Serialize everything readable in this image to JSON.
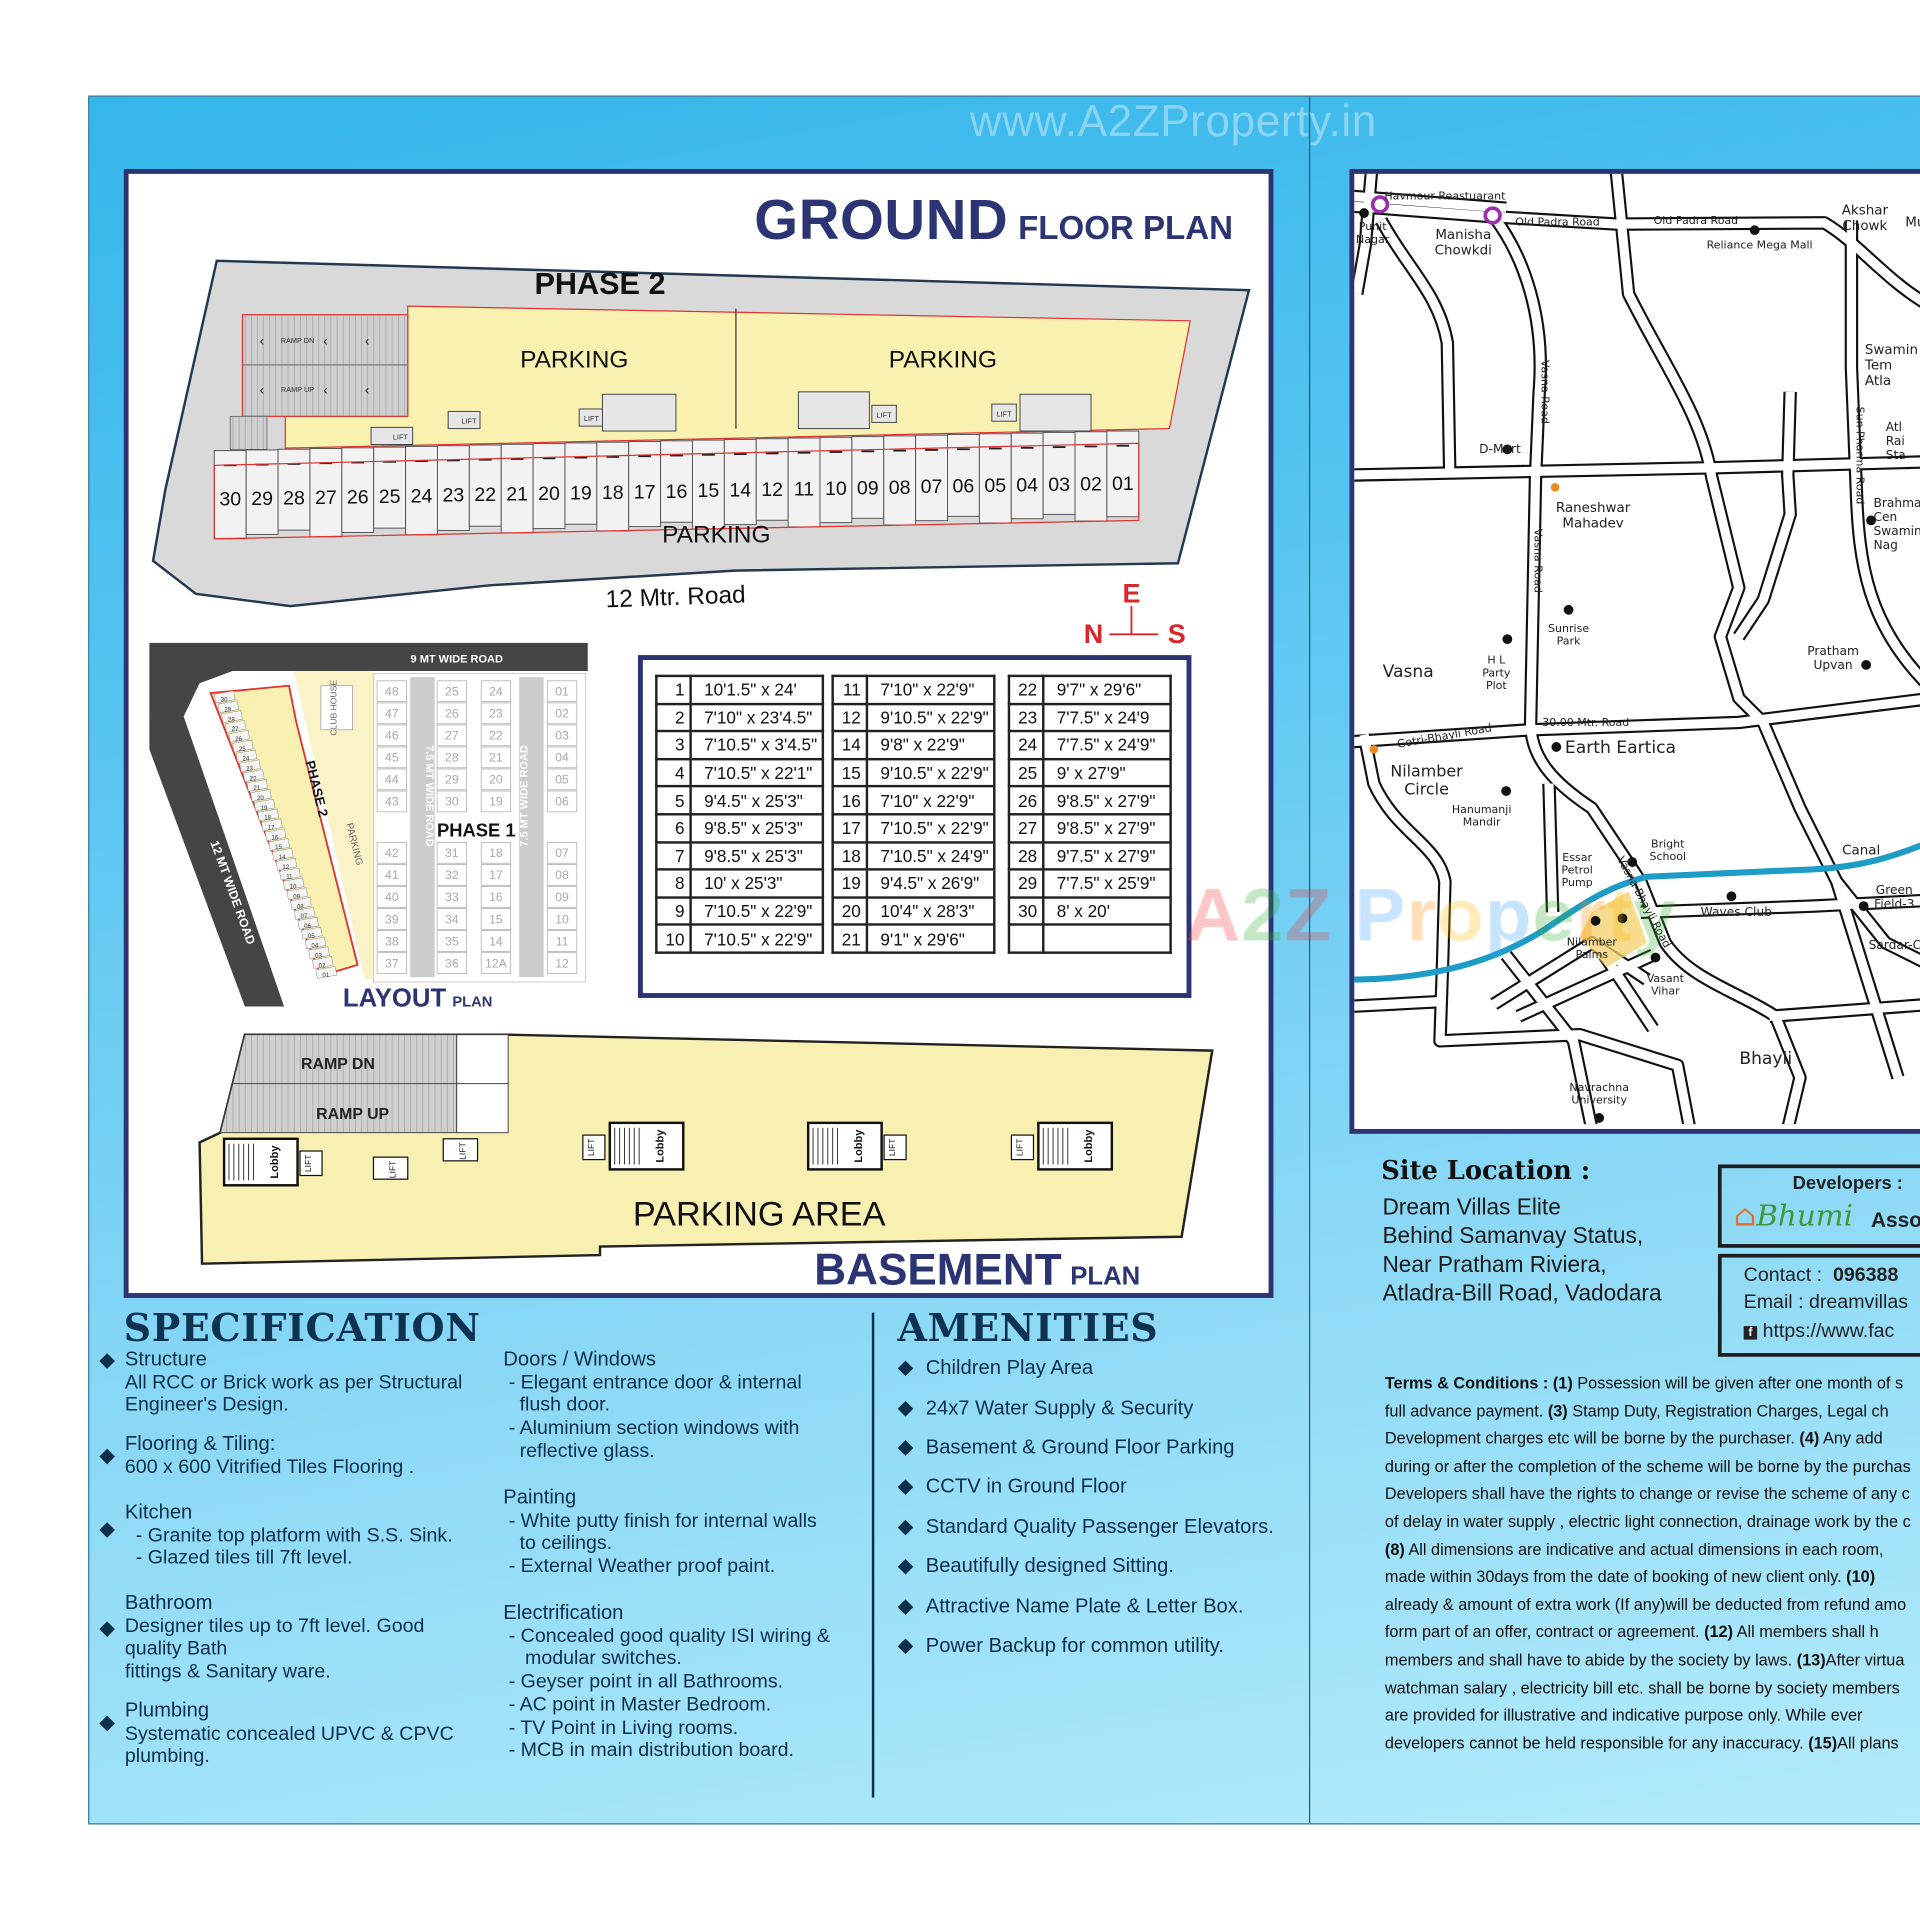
{
  "watermark": "www.A2ZProperty.in",
  "logo_watermark": "A2Z Property",
  "ground_floor_plan": {
    "title_main": "GROUND",
    "title_sub": "FLOOR PLAN",
    "phase_label": "PHASE 2",
    "parking_labels": [
      "PARKING",
      "PARKING",
      "PARKING"
    ],
    "road_label": "12 Mtr. Road",
    "ramp_dn": "RAMP DN",
    "ramp_up": "RAMP UP",
    "lift_label": "LIFT",
    "units": [
      "30",
      "29",
      "28",
      "27",
      "26",
      "25",
      "24",
      "23",
      "22",
      "21",
      "20",
      "19",
      "18",
      "17",
      "16",
      "15",
      "14",
      "12",
      "11",
      "10",
      "09",
      "08",
      "07",
      "06",
      "05",
      "04",
      "03",
      "02",
      "01"
    ]
  },
  "compass": {
    "east": "E",
    "north": "N",
    "south": "S",
    "color": "#d9262b"
  },
  "layout_plan": {
    "title_main": "LAYOUT",
    "title_sub": "PLAN",
    "top_road": "9 MT WIDE ROAD",
    "side_road": "12 MT WIDE ROAD",
    "inner_road": "7.5 MT WIDE ROAD",
    "phase1": "PHASE 1",
    "phase2": "PHASE 2",
    "club_house": "CLUB HOUSE",
    "parking": "PARKING",
    "phase1_columns": [
      [
        "48",
        "47",
        "46",
        "45",
        "44",
        "43",
        "42",
        "41",
        "40",
        "39",
        "38",
        "37"
      ],
      [
        "25",
        "26",
        "27",
        "28",
        "29",
        "30",
        "31",
        "32",
        "33",
        "34",
        "35",
        "36"
      ],
      [
        "24",
        "23",
        "22",
        "21",
        "20",
        "19",
        "18",
        "17",
        "16",
        "15",
        "14",
        "12A"
      ],
      [
        "01",
        "02",
        "03",
        "04",
        "05",
        "06",
        "07",
        "08",
        "09",
        "10",
        "11",
        "12"
      ]
    ]
  },
  "unit_dimensions": [
    [
      [
        "1",
        "10'1.5\" x 24'"
      ],
      [
        "2",
        "7'10\" x 23'4.5\""
      ],
      [
        "3",
        "7'10.5\" x 3'4.5\""
      ],
      [
        "4",
        "7'10.5\" x 22'1\""
      ],
      [
        "5",
        "9'4.5\" x 25'3\""
      ],
      [
        "6",
        "9'8.5\" x 25'3\""
      ],
      [
        "7",
        "9'8.5\" x 25'3\""
      ],
      [
        "8",
        "10' x 25'3\""
      ],
      [
        "9",
        "7'10.5\" x 22'9\""
      ],
      [
        "10",
        "7'10.5\" x 22'9\""
      ]
    ],
    [
      [
        "11",
        "7'10\" x 22'9\""
      ],
      [
        "12",
        "9'10.5\" x 22'9\""
      ],
      [
        "14",
        "9'8\" x 22'9\""
      ],
      [
        "15",
        "9'10.5\" x 22'9\""
      ],
      [
        "16",
        "7'10\" x 22'9\""
      ],
      [
        "17",
        "7'10.5\" x 22'9\""
      ],
      [
        "18",
        "7'10.5\" x 24'9\""
      ],
      [
        "19",
        "9'4.5\" x 26'9\""
      ],
      [
        "20",
        "10'4\" x 28'3\""
      ],
      [
        "21",
        "9'1\" x 29'6\""
      ]
    ],
    [
      [
        "22",
        "9'7\" x 29'6\""
      ],
      [
        "23",
        "7'7.5\" x 24'9"
      ],
      [
        "24",
        "7'7.5\" x 24'9\""
      ],
      [
        "25",
        "9' x 27'9\""
      ],
      [
        "26",
        "9'8.5\" x 27'9\""
      ],
      [
        "27",
        "9'8.5\" x 27'9\""
      ],
      [
        "28",
        "9'7.5\" x 27'9\""
      ],
      [
        "29",
        "7'7.5\" x 25'9\""
      ],
      [
        "30",
        "8' x 20'"
      ],
      [
        "",
        ""
      ]
    ]
  ],
  "basement_plan": {
    "title_main": "BASEMENT",
    "title_sub": "PLAN",
    "parking_area": "PARKING AREA",
    "ramp_dn": "RAMP DN",
    "ramp_up": "RAMP UP",
    "lobby": "Lobby",
    "lift": "LIFT"
  },
  "specification": {
    "title": "SPECIFICATION",
    "left": [
      {
        "heading": "Structure",
        "lines": [
          "All RCC or Brick work as per Structural",
          "Engineer's Design."
        ]
      },
      {
        "heading": "Flooring & Tiling:",
        "lines": [
          "600 x 600 Vitrified Tiles Flooring ."
        ]
      },
      {
        "heading": "Kitchen",
        "lines": [
          "  - Granite top platform with S.S. Sink.",
          "  - Glazed tiles till 7ft level."
        ]
      },
      {
        "heading": "Bathroom",
        "lines": [
          "Designer tiles up to 7ft level. Good",
          "quality Bath",
          "fittings & Sanitary ware."
        ]
      },
      {
        "heading": "Plumbing",
        "lines": [
          "Systematic concealed UPVC & CPVC",
          "plumbing."
        ]
      }
    ],
    "right": [
      {
        "heading": "Doors / Windows",
        "lines": [
          " - Elegant entrance door & internal",
          "   flush door.",
          " - Aluminium section windows with",
          "   reflective glass."
        ]
      },
      {
        "heading": "Painting",
        "lines": [
          " - White putty finish for internal walls",
          "   to ceilings.",
          " - External Weather proof paint."
        ]
      },
      {
        "heading": "Electrification",
        "lines": [
          " - Concealed good quality ISI wiring &",
          "    modular switches.",
          " - Geyser point in all Bathrooms.",
          " - AC point in Master Bedroom.",
          " - TV Point in Living rooms.",
          " - MCB in main distribution board."
        ]
      }
    ]
  },
  "amenities": {
    "title": "AMENITIES",
    "items": [
      "Children Play Area",
      "24x7 Water Supply & Security",
      "Basement & Ground Floor Parking",
      "CCTV in Ground Floor",
      "Standard Quality Passenger Elevators.",
      "Beautifully designed Sitting.",
      "Attractive Name Plate & Letter Box.",
      "Power Backup for common utility."
    ]
  },
  "map": {
    "places": [
      [
        "Havmour Reastuarant"
      ],
      [
        "Punit",
        "Nagar"
      ],
      [
        "Manisha",
        "Chowkdi"
      ],
      [
        "Old Padra Road"
      ],
      [
        "Old Padra Road"
      ],
      [
        "Reliance Mega Mall"
      ],
      [
        "Akshar",
        "Chowk"
      ],
      [
        "Mu"
      ],
      [
        "Swamin",
        "Tem",
        "Atla"
      ],
      [
        "Atl",
        "Rai",
        "Sta"
      ],
      [
        "Brahma",
        "Cen",
        "Swamin",
        "Nag"
      ],
      [
        "D-Mart"
      ],
      [
        "Raneshwar",
        "Mahadev"
      ],
      [
        "Sunrise",
        "Park"
      ],
      [
        "H L",
        "Party",
        "Plot"
      ],
      [
        "Vasna"
      ],
      [
        "Pratham",
        "Upvan"
      ],
      [
        "30.00 Mtr. Road"
      ],
      [
        "Earth Eartica"
      ],
      [
        "Nilamber",
        "Circle"
      ],
      [
        "Hanumanji",
        "Mandir"
      ],
      [
        "Bright",
        "School"
      ],
      [
        "Essar",
        "Petrol",
        "Pump"
      ],
      [
        "Canal"
      ],
      [
        "Green",
        "Field-3"
      ],
      [
        "Waves Club"
      ],
      [
        "Sardar-C"
      ],
      [
        "Nilamber",
        "Palms"
      ],
      [
        "Vasant",
        "Vihar"
      ],
      [
        "Bhayli"
      ],
      [
        "Navrachna",
        "University"
      ]
    ],
    "rotated_labels": [
      "Vasna Road",
      "Vasna Road",
      "Sun Pharma Road",
      "Gotri-Bhayli Road",
      "Vasna-Bhayli Road"
    ],
    "colors": {
      "canal": "#1e9cc8",
      "marker_ring": "#9b2fae",
      "marker_orange": "#f08a1c",
      "site": "#f4d06a"
    }
  },
  "site_location": {
    "heading": "Site Location :",
    "lines": [
      "Dream Villas Elite",
      "Behind Samanvay Status,",
      "Near Pratham Riviera,",
      "Atladra-Bill Road, Vadodara"
    ]
  },
  "developers": {
    "label": "Developers :",
    "logo_name": "Bhumi",
    "company_suffix": "Associ",
    "contact_label": "Contact :",
    "contact_value": "096388",
    "email": "Email : dreamvillas",
    "facebook": "https://www.fac"
  },
  "terms": [
    [
      {
        "b": "Terms & Conditions : (1)"
      },
      {
        "t": " Possession will be given after one month of s"
      }
    ],
    [
      {
        "t": "full advance payment. "
      },
      {
        "b": "(3)"
      },
      {
        "t": " Stamp Duty, Registration Charges, Legal ch"
      }
    ],
    [
      {
        "t": "Development charges etc will be borne by the purchaser. "
      },
      {
        "b": "(4)"
      },
      {
        "t": " Any add"
      }
    ],
    [
      {
        "t": "during or after the completion of the scheme will be borne by the purchas"
      }
    ],
    [
      {
        "t": "Developers shall have the rights to change or revise the scheme of any c"
      }
    ],
    [
      {
        "t": "of delay in water supply , electric light connection, drainage work by the c"
      }
    ],
    [
      {
        "b": "(8)"
      },
      {
        "t": " All dimensions are indicative and actual dimensions in each room,"
      }
    ],
    [
      {
        "t": "made within 30days from the date of booking of new client only. "
      },
      {
        "b": "(10)"
      }
    ],
    [
      {
        "t": "already & amount of extra work (If any)will be deducted from refund amo"
      }
    ],
    [
      {
        "t": "form part of an offer, contract or agreement. "
      },
      {
        "b": "(12)"
      },
      {
        "t": " All members shall h"
      }
    ],
    [
      {
        "t": "members and shall have to abide by the society by laws. "
      },
      {
        "b": "(13)"
      },
      {
        "t": "After virtua"
      }
    ],
    [
      {
        "t": "watchman salary , electricity bill etc. shall be borne by society members"
      }
    ],
    [
      {
        "t": "are provided for illustrative and indicative purpose only. While ever"
      }
    ],
    [
      {
        "t": "developers cannot be held responsible for any inaccuracy. "
      },
      {
        "b": "(15)"
      },
      {
        "t": "All plans"
      }
    ]
  ]
}
